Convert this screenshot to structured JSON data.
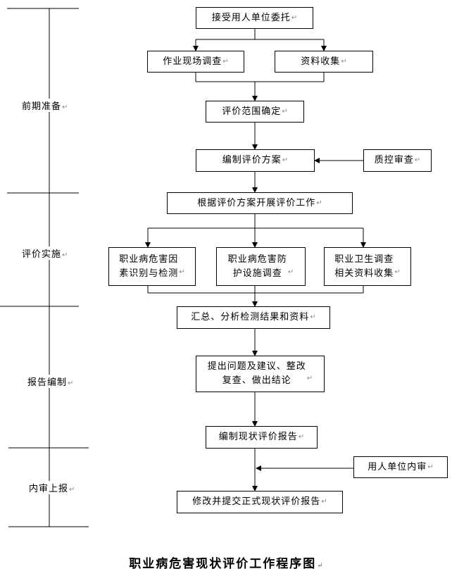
{
  "stages": [
    {
      "id": "prep",
      "label": "前期准备"
    },
    {
      "id": "impl",
      "label": "评价实施"
    },
    {
      "id": "report",
      "label": "报告编制"
    },
    {
      "id": "review",
      "label": "内审上报"
    }
  ],
  "boxes": {
    "accept": "接受用人单位委托",
    "survey": "作业现场调查",
    "collect": "资料收集",
    "scope": "评价范围确定",
    "plan": "编制评价方案",
    "qc": "质控审查",
    "execute": "根据评价方案开展评价工作",
    "identify": "职业病危害因\n素识别与检测",
    "protect": "职业病危害防\n护设施调查",
    "health": "职业卫生调查\n相关资料收集",
    "summary": "汇总、分析检测结果和资料",
    "advice": "提出问题及建议、整改\n复查、做出结论",
    "draft": "编制现状评价报告",
    "internal": "用人单位内审",
    "final": "修改并提交正式现状评价报告"
  },
  "title": "职业病危害现状评价工作程序图"
}
